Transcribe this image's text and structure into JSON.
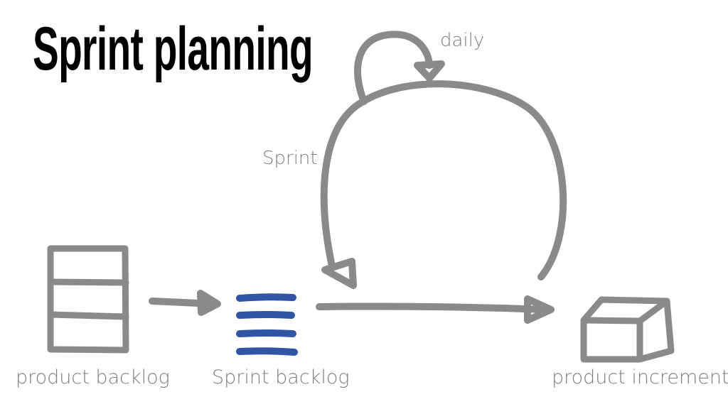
{
  "title": "Sprint planning",
  "labels": {
    "product_backlog": "product backlog",
    "sprint_backlog": "Sprint backlog",
    "product_increment": "product increment",
    "sprint": "Sprint",
    "daily": "daily"
  },
  "colors": {
    "stroke_gray": "#8a8a8a",
    "sprint_backlog_blue": "#2f55a4",
    "label_gray": "#7f7f7f",
    "title": "#000000"
  },
  "icons": {
    "product_backlog": "stacked-boxes-icon",
    "sprint_backlog": "horizontal-lines-icon",
    "product_increment": "cube-icon"
  }
}
